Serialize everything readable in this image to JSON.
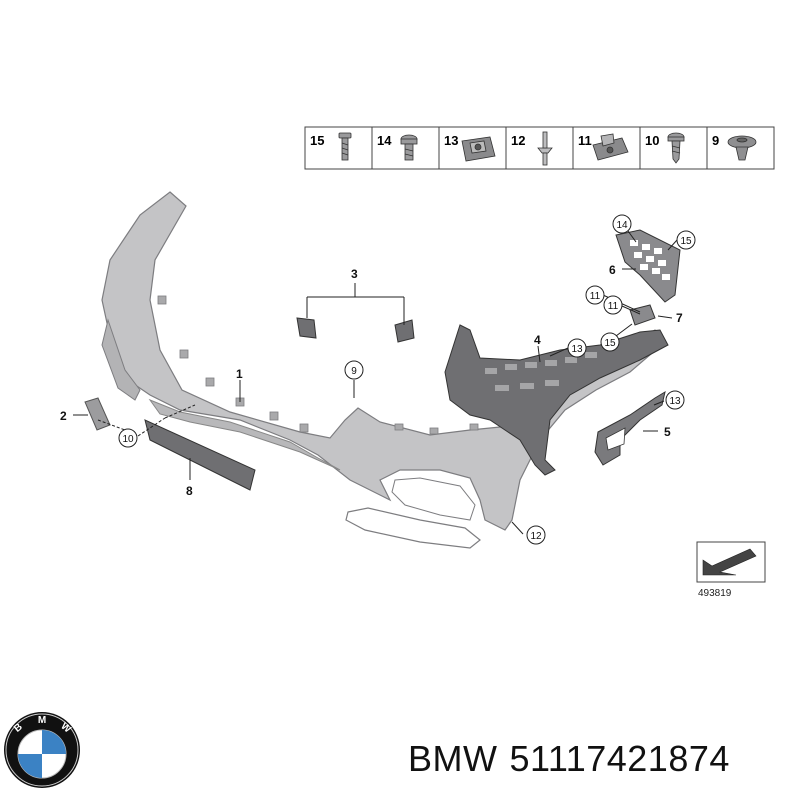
{
  "legend": {
    "cells": [
      {
        "num": "15",
        "icon": "short-bolt-icon"
      },
      {
        "num": "14",
        "icon": "bolt-icon"
      },
      {
        "num": "13",
        "icon": "clip-nut-icon"
      },
      {
        "num": "12",
        "icon": "rivet-icon"
      },
      {
        "num": "11",
        "icon": "spring-nut-icon"
      },
      {
        "num": "10",
        "icon": "screw-icon"
      },
      {
        "num": "9",
        "icon": "expanding-rivet-icon"
      }
    ]
  },
  "callouts": {
    "c1": "1",
    "c2": "2",
    "c3": "3",
    "c4": "4",
    "c5": "5",
    "c6": "6",
    "c7": "7",
    "c8": "8",
    "c9": "9",
    "c10": "10",
    "c11a": "11",
    "c11b": "11",
    "c12": "12",
    "c13a": "13",
    "c13b": "13",
    "c14": "14",
    "c15a": "15",
    "c15b": "15"
  },
  "diagram_number": "493819",
  "brand": {
    "name": "BMW",
    "part_number": "51117421874",
    "logo_letters": [
      "B",
      "M",
      "W"
    ]
  },
  "colors": {
    "bumper_fill": "#c4c4c6",
    "bumper_stroke": "#7d7d80",
    "dark_part": "#6f6f72",
    "line": "#222222",
    "logo_blue": "#3b82c4"
  }
}
